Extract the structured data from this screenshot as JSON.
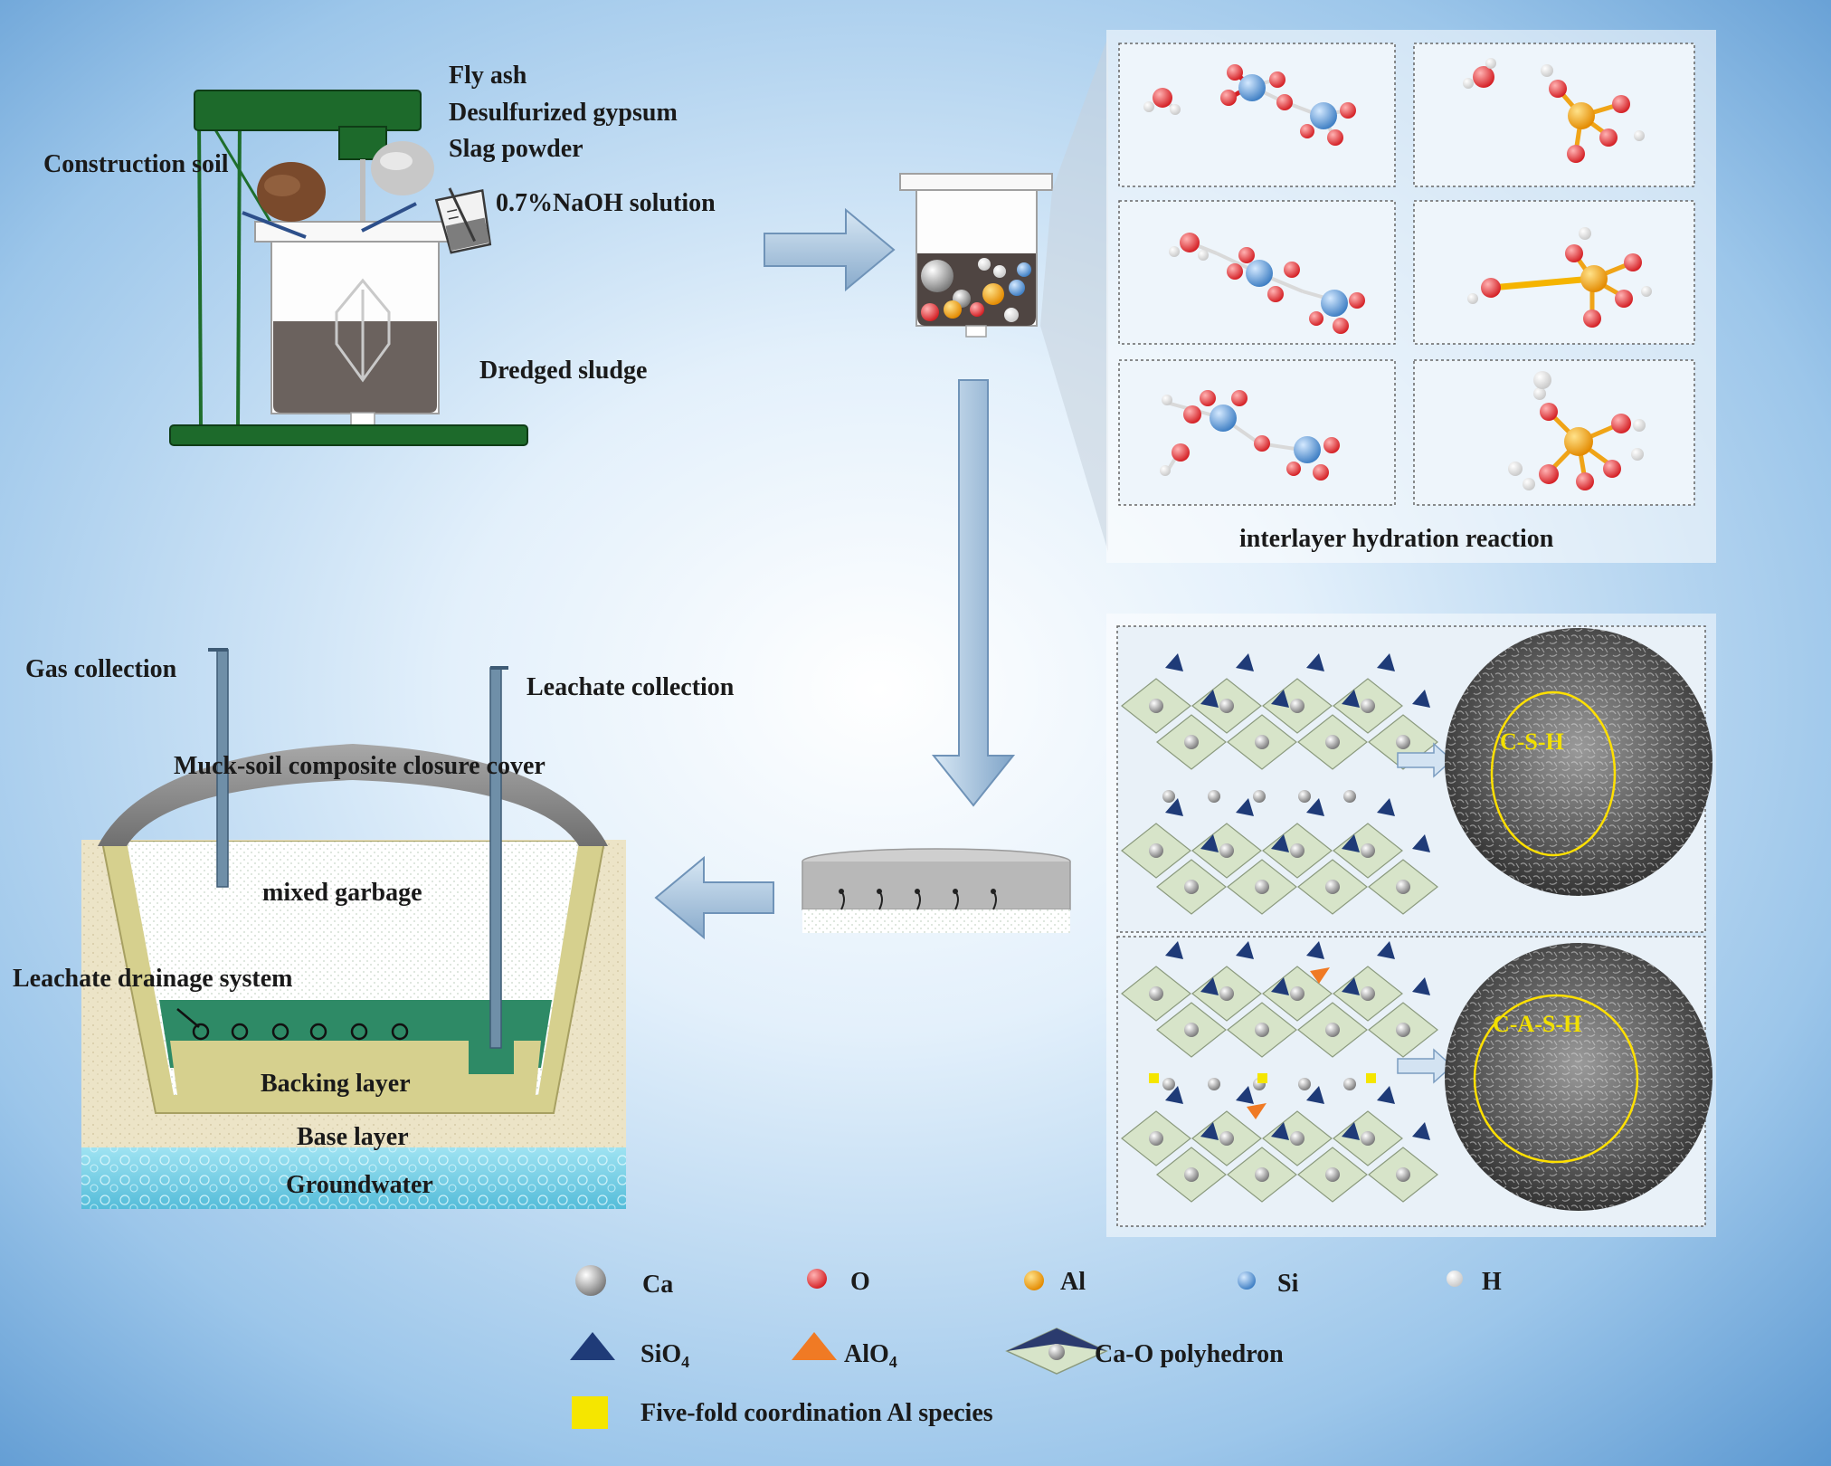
{
  "mixer": {
    "inputs": [
      "Fly ash",
      "Desulfurized gypsum",
      "Slag powder"
    ],
    "construction_soil": "Construction soil",
    "naoh": "0.7%NaOH solution",
    "sludge": "Dredged sludge"
  },
  "hydration": {
    "caption": "interlayer hydration reaction"
  },
  "landfill": {
    "gas": "Gas collection",
    "leachate": "Leachate collection",
    "cover": "Muck-soil composite closure cover",
    "garbage": "mixed garbage",
    "drainage": "Leachate drainage system",
    "backing": "Backing layer",
    "base": "Base layer",
    "groundwater": "Groundwater"
  },
  "microstructure": {
    "csh": "C-S-H",
    "cash": "C-A-S-H"
  },
  "legend": {
    "ca": "Ca",
    "o": "O",
    "al": "Al",
    "si": "Si",
    "h": "H",
    "sio4_main": "SiO",
    "sio4_sub": "4",
    "alo4_main": "AlO",
    "alo4_sub": "4",
    "polyhedron": "Ca-O polyhedron",
    "fivefold": "Five-fold coordination Al species"
  },
  "colors": {
    "ca": "#8a8a8a",
    "o": "#e8434a",
    "al": "#f0a417",
    "si": "#5b9bd5",
    "h": "#ffffff",
    "sio4": "#1f3b78",
    "alo4": "#f07a24",
    "fivefold": "#f5e600",
    "sludge": "#6b625e",
    "green": "#1f6e2c",
    "leach": "#2e8a66"
  }
}
